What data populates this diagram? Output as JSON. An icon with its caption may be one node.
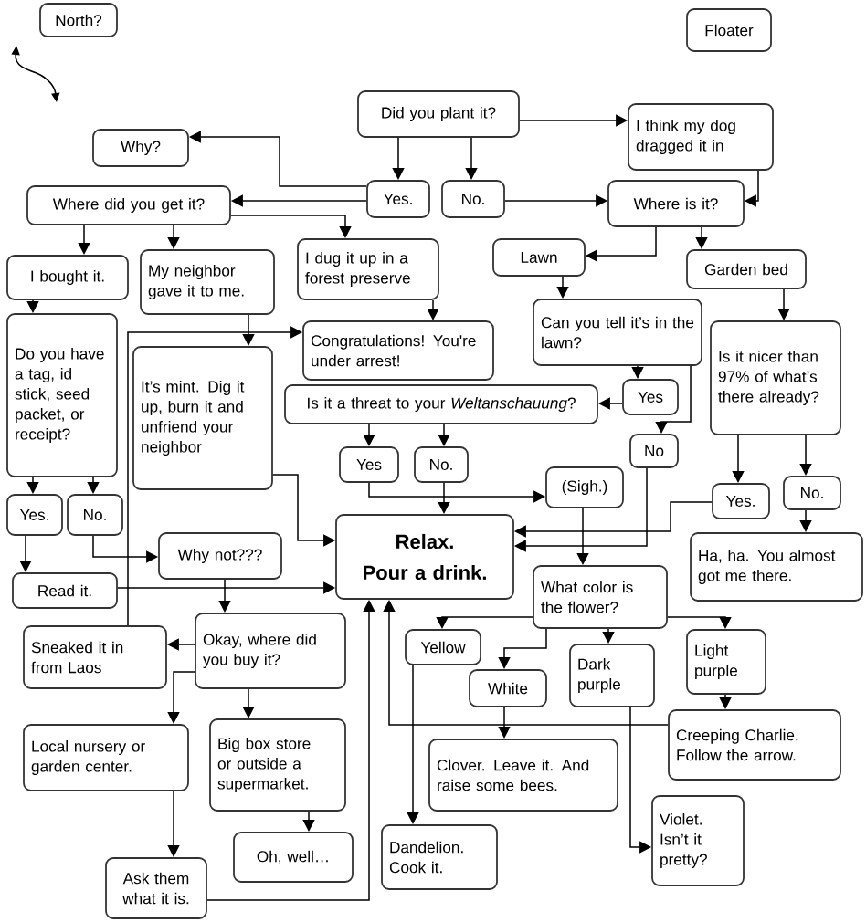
{
  "diagram": {
    "nodes": [
      {
        "text": [
          "North?"
        ]
      },
      {
        "text": [
          "Floater"
        ]
      },
      {
        "text": [
          "Did you plant it?"
        ]
      },
      {
        "text": [
          "I think my dog dragged it in"
        ]
      },
      {
        "text": [
          "Why?"
        ]
      },
      {
        "text": [
          "Yes."
        ]
      },
      {
        "text": [
          "No."
        ]
      },
      {
        "text": [
          "Where did you get it?"
        ]
      },
      {
        "text": [
          "Where is it?"
        ]
      },
      {
        "text": [
          "I bought it."
        ]
      },
      {
        "text": [
          "My neighbor gave it to me."
        ]
      },
      {
        "text": [
          "I dug it up in a forest preserve"
        ]
      },
      {
        "text": [
          "Lawn"
        ]
      },
      {
        "text": [
          "Garden bed"
        ]
      },
      {
        "text": [
          "Do you have a tag, id stick, seed packet, or receipt?"
        ]
      },
      {
        "text": [
          "It’s mint. Dig it up, burn it and unfriend your neighbor"
        ]
      },
      {
        "text": [
          "Congratulations! You're under arrest!"
        ]
      },
      {
        "text": [
          "Is it a threat to your *Weltanschauung*?"
        ]
      },
      {
        "text": [
          "Can you tell it’s in the lawn?"
        ]
      },
      {
        "text": [
          "Is it nicer than 97% of what’s there already?"
        ]
      },
      {
        "text": [
          "Yes"
        ]
      },
      {
        "text": [
          "Yes"
        ]
      },
      {
        "text": [
          "No."
        ]
      },
      {
        "text": [
          "No"
        ]
      },
      {
        "text": [
          "Yes."
        ]
      },
      {
        "text": [
          "No."
        ]
      },
      {
        "text": [
          "(Sigh.)"
        ]
      },
      {
        "text": [
          "Yes."
        ]
      },
      {
        "text": [
          "No."
        ]
      },
      {
        "text": [
          "Why not???"
        ]
      },
      {
        "text": [
          "Relax.",
          "Pour a drink."
        ]
      },
      {
        "text": [
          "Ha, ha. You almost got me there."
        ]
      },
      {
        "text": [
          "Read it."
        ]
      },
      {
        "text": [
          "What color is the flower?"
        ]
      },
      {
        "text": [
          "Okay, where did you buy it?"
        ]
      },
      {
        "text": [
          "Sneaked it in from Laos"
        ]
      },
      {
        "text": [
          "Yellow"
        ]
      },
      {
        "text": [
          "White"
        ]
      },
      {
        "text": [
          "Dark purple"
        ]
      },
      {
        "text": [
          "Light purple"
        ]
      },
      {
        "text": [
          "Creeping Charlie. Follow the arrow."
        ]
      },
      {
        "text": [
          "Local nursery or garden center."
        ]
      },
      {
        "text": [
          "Big box store or outside a supermarket."
        ]
      },
      {
        "text": [
          "Clover. Leave it. And raise some bees."
        ]
      },
      {
        "text": [
          "Oh, well…"
        ]
      },
      {
        "text": [
          "Dandelion. Cook it."
        ]
      },
      {
        "text": [
          "Violet. Isn’t it pretty?"
        ]
      },
      {
        "text": [
          "Ask them what it is."
        ]
      }
    ],
    "edges": [
      {
        "from": 2,
        "to": 5,
        "arrow": "to"
      },
      {
        "from": 2,
        "to": 6,
        "arrow": "to"
      },
      {
        "from": 2,
        "to": 3,
        "arrow": "to"
      },
      {
        "from": 5,
        "to": 4,
        "arrow": "to"
      },
      {
        "from": 5,
        "to": 7,
        "arrow": "to"
      },
      {
        "from": 6,
        "to": 8,
        "arrow": "to"
      },
      {
        "from": 3,
        "to": 8,
        "arrow": "to"
      },
      {
        "from": 7,
        "to": 9,
        "arrow": "to"
      },
      {
        "from": 7,
        "to": 10,
        "arrow": "to"
      },
      {
        "from": 7,
        "to": 11,
        "arrow": "to"
      },
      {
        "from": 8,
        "to": 12,
        "arrow": "to"
      },
      {
        "from": 8,
        "to": 13,
        "arrow": "to"
      },
      {
        "from": 9,
        "to": 14,
        "arrow": "to"
      },
      {
        "from": 10,
        "to": 15,
        "arrow": "to"
      },
      {
        "from": 11,
        "to": 16,
        "arrow": "to"
      },
      {
        "from": 35,
        "to": 16,
        "arrow": "to"
      },
      {
        "from": 12,
        "to": 18,
        "arrow": "to"
      },
      {
        "from": 13,
        "to": 19,
        "arrow": "to"
      },
      {
        "from": 18,
        "to": 20,
        "arrow": "to"
      },
      {
        "from": 18,
        "to": 23,
        "arrow": "to"
      },
      {
        "from": 20,
        "to": 17,
        "arrow": "to"
      },
      {
        "from": 17,
        "to": 21,
        "arrow": "to"
      },
      {
        "from": 17,
        "to": 22,
        "arrow": "to"
      },
      {
        "from": 19,
        "to": 24,
        "arrow": "to"
      },
      {
        "from": 19,
        "to": 25,
        "arrow": "to"
      },
      {
        "from": 14,
        "to": 27,
        "arrow": "to"
      },
      {
        "from": 14,
        "to": 28,
        "arrow": "to"
      },
      {
        "from": 27,
        "to": 32,
        "arrow": "to"
      },
      {
        "from": 28,
        "to": 29,
        "arrow": "to"
      },
      {
        "from": 32,
        "to": 30,
        "arrow": "to"
      },
      {
        "from": 15,
        "to": 30,
        "arrow": "to"
      },
      {
        "from": 21,
        "to": 26,
        "arrow": "to"
      },
      {
        "from": 22,
        "to": 30,
        "arrow": "to"
      },
      {
        "from": 23,
        "to": 30,
        "arrow": "to"
      },
      {
        "from": 24,
        "to": 30,
        "arrow": "to"
      },
      {
        "from": 25,
        "to": 31,
        "arrow": "to"
      },
      {
        "from": 26,
        "to": 33,
        "arrow": "to"
      },
      {
        "from": 29,
        "to": 34,
        "arrow": "to"
      },
      {
        "from": 34,
        "to": 35,
        "arrow": "to"
      },
      {
        "from": 34,
        "to": 41,
        "arrow": "to"
      },
      {
        "from": 34,
        "to": 42,
        "arrow": "to"
      },
      {
        "from": 33,
        "to": 36,
        "arrow": "to"
      },
      {
        "from": 33,
        "to": 37,
        "arrow": "to"
      },
      {
        "from": 33,
        "to": 38,
        "arrow": "to"
      },
      {
        "from": 33,
        "to": 39,
        "arrow": "to"
      },
      {
        "from": 39,
        "to": 40,
        "arrow": "to"
      },
      {
        "from": 42,
        "to": 44,
        "arrow": "to"
      },
      {
        "from": 41,
        "to": 47,
        "arrow": "to"
      },
      {
        "from": 47,
        "to": 30,
        "arrow": "to"
      },
      {
        "from": 40,
        "to": 30,
        "arrow": "to"
      },
      {
        "from": 37,
        "to": 43,
        "arrow": "to"
      },
      {
        "from": 38,
        "to": 46,
        "arrow": "to"
      },
      {
        "from": 36,
        "to": 45,
        "arrow": "to"
      }
    ]
  }
}
